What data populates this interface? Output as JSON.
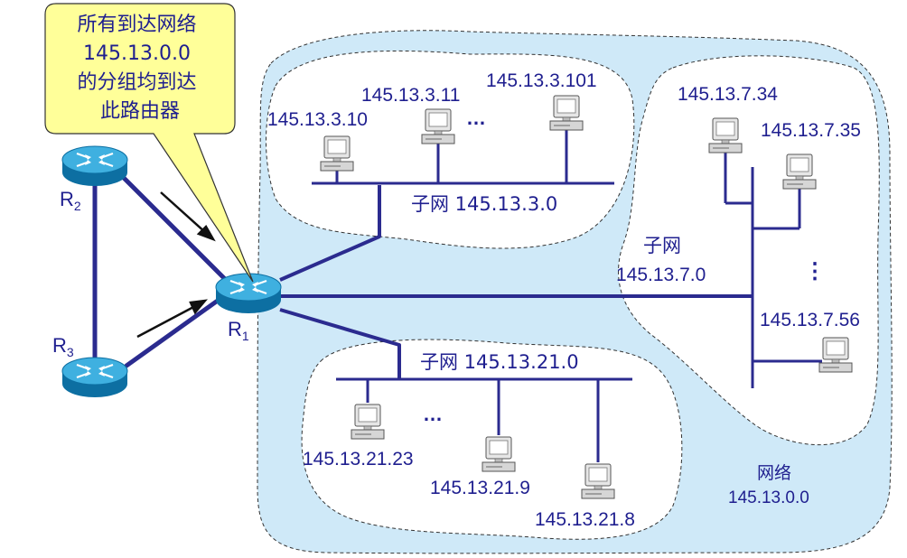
{
  "callout": {
    "line1": "所有到达网络",
    "line2": "145.13.0.0",
    "line3": "的分组均到达",
    "line4": "此路由器"
  },
  "routers": {
    "r1": {
      "letter": "R",
      "sub": "1"
    },
    "r2": {
      "letter": "R",
      "sub": "2"
    },
    "r3": {
      "letter": "R",
      "sub": "3"
    }
  },
  "subnet3": {
    "label": "子网 145.13.3.0",
    "hosts": [
      "145.13.3.10",
      "145.13.3.11",
      "145.13.3.101"
    ],
    "ellipsis": "…"
  },
  "subnet7": {
    "label_line1": "子网",
    "label_line2": "145.13.7.0",
    "hosts": [
      "145.13.7.34",
      "145.13.7.35",
      "145.13.7.56"
    ],
    "ellipsis": "⋮"
  },
  "subnet21": {
    "label": "子网 145.13.21.0",
    "hosts": [
      "145.13.21.23",
      "145.13.21.9",
      "145.13.21.8"
    ],
    "ellipsis": "…"
  },
  "network": {
    "label_line1": "网络",
    "label_line2": "145.13.0.0"
  },
  "colors": {
    "network_fill": "#cfe9f8",
    "subnet_fill": "#ffffff",
    "link": "#2b2b8f",
    "router_body": "#1b8fc6",
    "callout_fill": "#ffff99",
    "text": "#1f1f8f"
  }
}
